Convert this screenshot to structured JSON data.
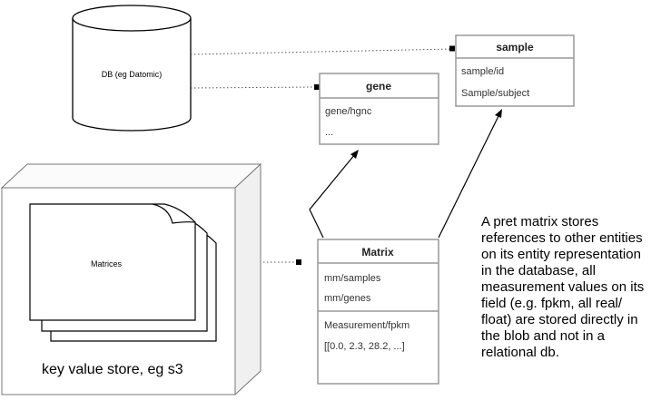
{
  "database": {
    "label": "DB (eg Datomic)"
  },
  "entities": {
    "sample": {
      "title": "sample",
      "attributes": [
        "sample/id",
        "Sample/subject"
      ]
    },
    "gene": {
      "title": "gene",
      "attributes": [
        "gene/hgnc",
        "..."
      ]
    },
    "matrix": {
      "title": "Matrix",
      "attributes": [
        "mm/samples",
        "mm/genes"
      ],
      "measurements": [
        "Measurement/fpkm",
        "[[0.0, 2.3, 28.2, ...]"
      ]
    }
  },
  "store": {
    "documents_label": "Matrices",
    "caption": "key value store, eg s3"
  },
  "note": {
    "lines": [
      "A pret matrix stores",
      "references to other entities",
      "on its entity representation",
      "in the database, all",
      "measurement values on its",
      "field (e.g. fpkm, all real/",
      "float) are stored directly in",
      "the blob and not in a",
      "relational db."
    ]
  },
  "colors": {
    "box_border": "#999999",
    "line": "#000000",
    "dotted": "#555555"
  }
}
